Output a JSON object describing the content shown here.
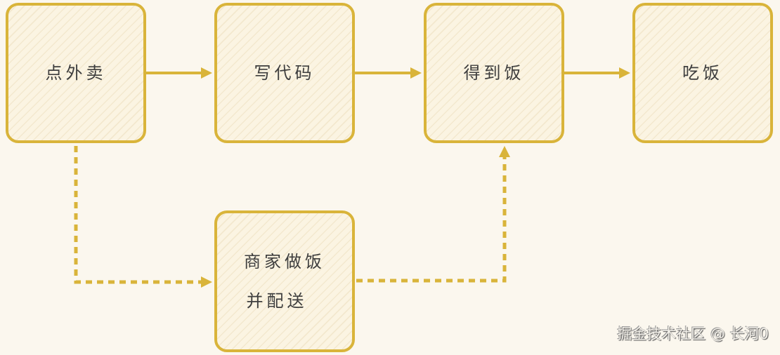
{
  "colors": {
    "background": "#fbf7ee",
    "node_fill": "#fbf4e2",
    "stroke": "#d9b43a",
    "text": "#3e3e3e"
  },
  "nodes": [
    {
      "id": "order",
      "label": "点外卖"
    },
    {
      "id": "code",
      "label": "写代码"
    },
    {
      "id": "get_meal",
      "label": "得到饭"
    },
    {
      "id": "eat",
      "label": "吃饭"
    },
    {
      "id": "merchant",
      "lines": [
        "商家做饭",
        "并配送"
      ]
    }
  ],
  "edges": [
    {
      "from": "order",
      "to": "code",
      "style": "solid"
    },
    {
      "from": "code",
      "to": "get_meal",
      "style": "solid"
    },
    {
      "from": "get_meal",
      "to": "eat",
      "style": "solid"
    },
    {
      "from": "order",
      "to": "merchant",
      "style": "dashed"
    },
    {
      "from": "merchant",
      "to": "get_meal",
      "style": "dashed"
    }
  ],
  "watermark": "掘金技术社区 @ 长河0"
}
